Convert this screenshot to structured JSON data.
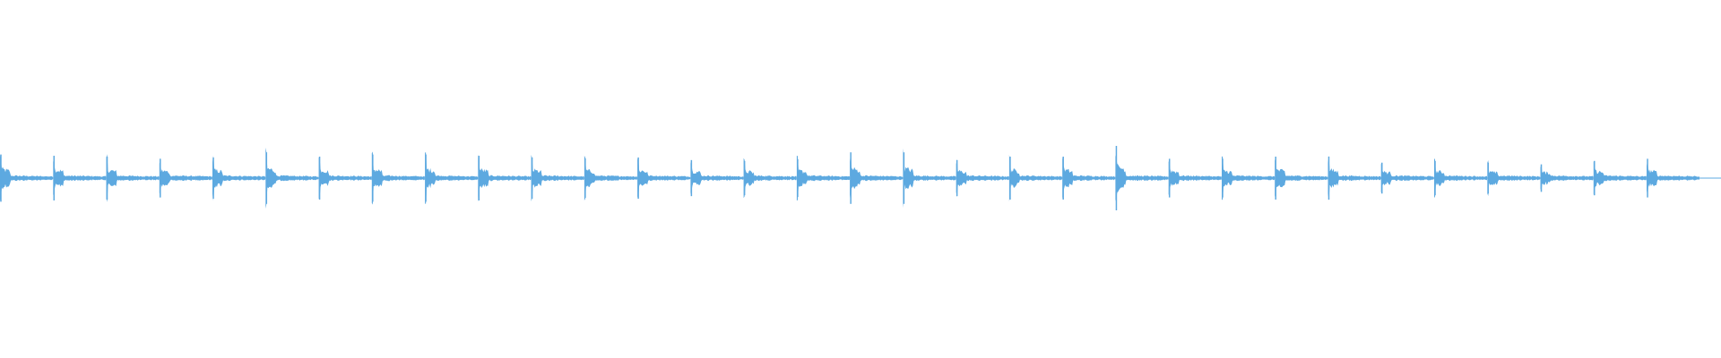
{
  "waveform": {
    "color": "#5DA9E0",
    "background": "#FFFFFF",
    "beat_count": 32,
    "beat_amplitudes": [
      0.55,
      0.52,
      0.5,
      0.45,
      0.48,
      0.6,
      0.5,
      0.55,
      0.55,
      0.52,
      0.48,
      0.46,
      0.48,
      0.42,
      0.4,
      0.44,
      0.6,
      0.6,
      0.42,
      0.5,
      0.5,
      0.75,
      0.45,
      0.45,
      0.5,
      0.5,
      0.36,
      0.4,
      0.36,
      0.32,
      0.4,
      0.45
    ],
    "tail_amplitude": 0.2
  }
}
